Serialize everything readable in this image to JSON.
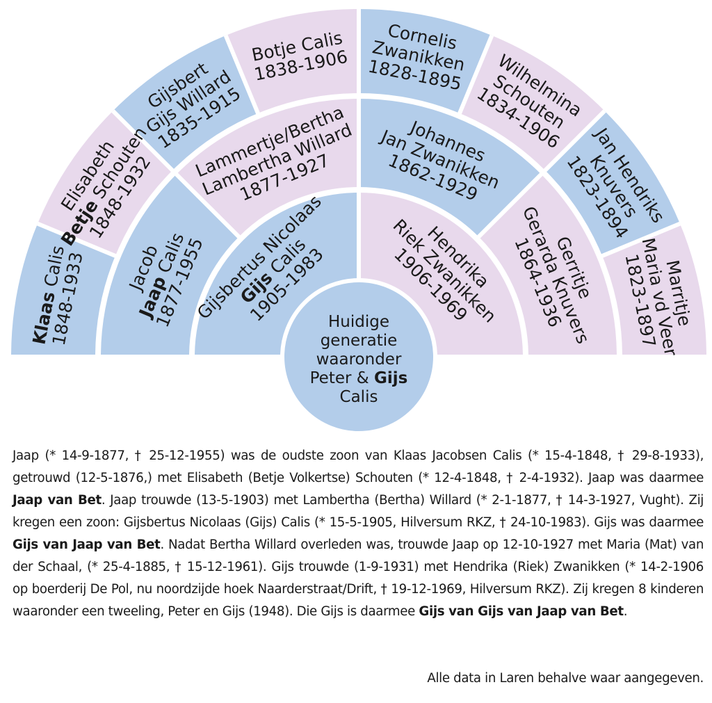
{
  "center": {
    "lines": [
      [
        {
          "t": "Huidige"
        }
      ],
      [
        {
          "t": "generatie"
        }
      ],
      [
        {
          "t": "waaronder"
        }
      ],
      [
        {
          "t": "Peter & "
        },
        {
          "t": "Gijs",
          "b": true
        }
      ],
      [
        {
          "t": "Calis"
        }
      ]
    ]
  },
  "segments": [
    {
      "id": "gijsbertus",
      "ring": 1,
      "angle": 45,
      "color": "blue",
      "lines": [
        [
          {
            "t": "Gijsbertus Nicolaas"
          }
        ],
        [
          {
            "t": "Gijs",
            "b": true
          },
          {
            "t": " Calis"
          }
        ],
        [
          {
            "t": "1905-1983"
          }
        ]
      ]
    },
    {
      "id": "hendrika",
      "ring": 1,
      "angle": 135,
      "color": "pink",
      "lines": [
        [
          {
            "t": "Hendrika"
          }
        ],
        [
          {
            "t": "Riek Zwanikken"
          }
        ],
        [
          {
            "t": "1906-1969"
          }
        ]
      ]
    },
    {
      "id": "jacob",
      "ring": 2,
      "angle": 22.5,
      "color": "blue",
      "lines": [
        [
          {
            "t": "Jacob"
          }
        ],
        [
          {
            "t": "Jaap",
            "b": true
          },
          {
            "t": " Calis"
          }
        ],
        [
          {
            "t": "1877-1955"
          }
        ]
      ]
    },
    {
      "id": "lammertje",
      "ring": 2,
      "angle": 67.5,
      "color": "pink",
      "lines": [
        [
          {
            "t": "Lammertje/Bertha"
          }
        ],
        [
          {
            "t": "Lambertha Willard"
          }
        ],
        [
          {
            "t": "1877-1927"
          }
        ]
      ]
    },
    {
      "id": "johannes",
      "ring": 2,
      "angle": 112.5,
      "color": "blue",
      "lines": [
        [
          {
            "t": "Johannes"
          }
        ],
        [
          {
            "t": "Jan Zwanikken"
          }
        ],
        [
          {
            "t": "1862-1929"
          }
        ]
      ]
    },
    {
      "id": "gerritje",
      "ring": 2,
      "angle": 157.5,
      "color": "pink",
      "lines": [
        [
          {
            "t": "Gerritje"
          }
        ],
        [
          {
            "t": "Gerarda Knuvers"
          }
        ],
        [
          {
            "t": "1864-1936"
          }
        ]
      ]
    },
    {
      "id": "klaas",
      "ring": 3,
      "angle": 11.25,
      "color": "blue",
      "lines": [
        [
          {
            "t": "Klaas",
            "b": true
          },
          {
            "t": " Calis"
          }
        ],
        [
          {
            "t": "1848-1933"
          }
        ]
      ]
    },
    {
      "id": "elisabeth",
      "ring": 3,
      "angle": 33.75,
      "color": "pink",
      "lines": [
        [
          {
            "t": "Elisabeth"
          }
        ],
        [
          {
            "t": "Betje",
            "b": true
          },
          {
            "t": " Schouten"
          }
        ],
        [
          {
            "t": "1848-1932"
          }
        ]
      ]
    },
    {
      "id": "gijsbert",
      "ring": 3,
      "angle": 56.25,
      "color": "blue",
      "lines": [
        [
          {
            "t": "Gijsbert"
          }
        ],
        [
          {
            "t": "Gijs Willard"
          }
        ],
        [
          {
            "t": "1835-1915"
          }
        ]
      ]
    },
    {
      "id": "botje",
      "ring": 3,
      "angle": 78.75,
      "color": "pink",
      "lines": [
        [
          {
            "t": "Botje Calis"
          }
        ],
        [
          {
            "t": "1838-1906"
          }
        ]
      ]
    },
    {
      "id": "cornelis",
      "ring": 3,
      "angle": 101.25,
      "color": "blue",
      "lines": [
        [
          {
            "t": "Cornelis"
          }
        ],
        [
          {
            "t": "Zwanikken"
          }
        ],
        [
          {
            "t": "1828-1895"
          }
        ]
      ]
    },
    {
      "id": "wilhelmina",
      "ring": 3,
      "angle": 123.75,
      "color": "pink",
      "lines": [
        [
          {
            "t": "Wilhelmina"
          }
        ],
        [
          {
            "t": "Schouten"
          }
        ],
        [
          {
            "t": "1834-1906"
          }
        ]
      ]
    },
    {
      "id": "jan-hendriks",
      "ring": 3,
      "angle": 146.25,
      "color": "blue",
      "lines": [
        [
          {
            "t": "Jan Hendriks"
          }
        ],
        [
          {
            "t": "Knuvers"
          }
        ],
        [
          {
            "t": "1823-1894"
          }
        ]
      ]
    },
    {
      "id": "marritje",
      "ring": 3,
      "angle": 168.75,
      "color": "pink",
      "lines": [
        [
          {
            "t": "Marritje"
          }
        ],
        [
          {
            "t": "Maria vd Veer"
          }
        ],
        [
          {
            "t": "1823-1897"
          }
        ]
      ]
    }
  ],
  "colors": {
    "blue": "#b3cdea",
    "pink": "#e8d9ec",
    "text": "#1a1a1a",
    "separator": "#ffffff"
  },
  "paragraph": [
    [
      {
        "t": "Jaap (* 14-9-1877, † 25-12-1955) was de oudste zoon van Klaas Jacobsen Calis (* 15-4-1848, † 29-8-1933), getrouwd (12-5-1876,) met Elisabeth (Betje Volkertse) Schouten (* 12-4-1848, † 2-4-1932). Jaap was daarmee "
      },
      {
        "t": "Jaap van Bet",
        "b": true
      },
      {
        "t": ". Jaap trouwde (13-5-1903) met Lambertha (Bertha) Willard (* 2-1-1877, † 14-3-1927, Vught). Zij kregen een zoon: Gijsbertus Nicolaas (Gijs) Calis (* 15-5-1905, Hilversum RKZ, † 24-10-1983). Gijs was daarmee "
      },
      {
        "t": "Gijs van Jaap van Bet",
        "b": true
      },
      {
        "t": ". Nadat Bertha Willard overleden was, trouwde Jaap op 12-10-1927 met Maria (Mat) van der Schaal, (* 25-4-1885, † 15-12-1961). Gijs trouwde (1-9-1931) met Hendrika (Riek) Zwanikken (* 14-2-1906 op boerderij De Pol, nu noordzijde hoek Naarderstraat/Drift, † 19-12-1969, Hilversum RKZ). Zij kregen 8 kinderen waaronder een tweeling, Peter en Gijs (1948). Die Gijs is daarmee "
      },
      {
        "t": "Gijs van Gijs van Jaap van Bet",
        "b": true
      },
      {
        "t": "."
      }
    ]
  ],
  "footnote": "Alle data in Laren behalve waar aangegeven."
}
